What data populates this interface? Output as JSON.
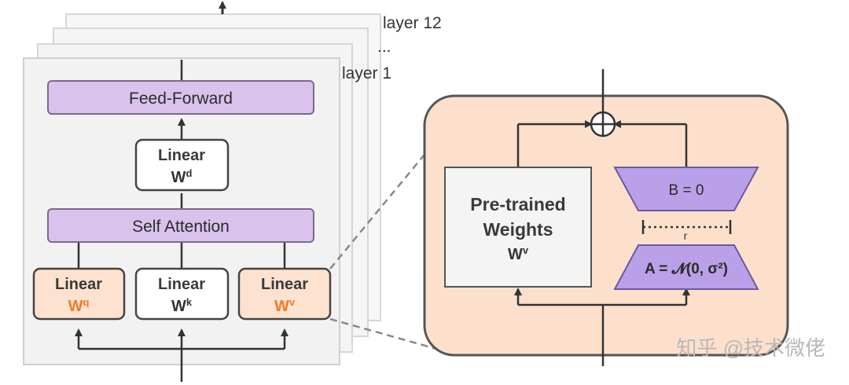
{
  "layers": {
    "top_label": "layer 12",
    "ellipsis": "...",
    "bottom_label": "layer 1"
  },
  "transformer": {
    "feed_forward": "Feed-Forward",
    "linear_d": {
      "title": "Linear",
      "symbol": "W",
      "sup": "d"
    },
    "self_attention": "Self Attention",
    "linear_q": {
      "title": "Linear",
      "symbol": "W",
      "sup": "q"
    },
    "linear_k": {
      "title": "Linear",
      "symbol": "W",
      "sup": "k"
    },
    "linear_v": {
      "title": "Linear",
      "symbol": "W",
      "sup": "v"
    }
  },
  "lora": {
    "pretrained_line1": "Pre-trained",
    "pretrained_line2": "Weights",
    "pretrained_symbol": "W",
    "pretrained_sup": "v",
    "b_label": "B = 0",
    "rank_label": "r",
    "a_label": "A = 𝓝(0, σ²)"
  },
  "watermark": "知乎 @技术微佬",
  "colors": {
    "purple_fill": "#d9c3ec",
    "purple_stroke": "#7a6a8a",
    "trap_fill": "#b9a0e8",
    "trap_stroke": "#6a5aa0",
    "orange_fill": "#fde3cf",
    "orange_accent": "#f07a2a",
    "lora_bg": "#fde0cc",
    "layer_bg": "#f2f2f2"
  }
}
